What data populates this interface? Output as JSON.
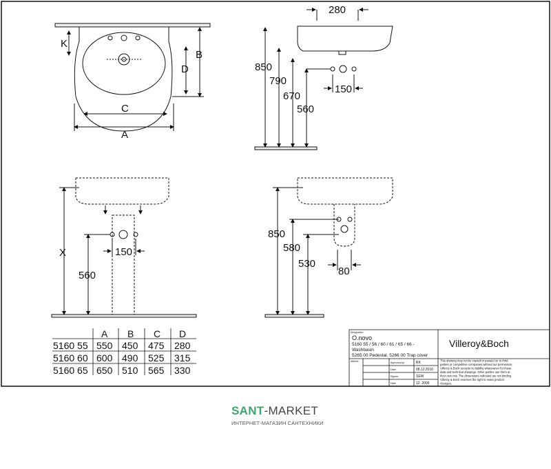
{
  "views": {
    "top_view": {
      "dims": {
        "K": "K",
        "B": "B",
        "D": "D",
        "C": "C",
        "A": "A"
      }
    },
    "side_view": {
      "dims": {
        "depth": "280",
        "h850": "850",
        "h790": "790",
        "h670": "670",
        "h560": "560",
        "holes": "150"
      }
    },
    "pedestal_view": {
      "dims": {
        "X": "X",
        "h560": "560",
        "holes": "150"
      }
    },
    "trap_view": {
      "dims": {
        "h850": "850",
        "h580": "580",
        "h530": "530",
        "w80": "80"
      }
    }
  },
  "dimension_table": {
    "headers": [
      "",
      "A",
      "B",
      "C",
      "D"
    ],
    "rows": [
      [
        "5160 55",
        "550",
        "450",
        "475",
        "280"
      ],
      [
        "5160 60",
        "600",
        "490",
        "525",
        "315"
      ],
      [
        "5160 65",
        "650",
        "510",
        "565",
        "330"
      ]
    ]
  },
  "title_block": {
    "designation_label": "Designation",
    "product": "O.novo",
    "models": "5160 55 / 56 / 60 / 61 / 65 / 66 -",
    "type": "Washbasin",
    "accessories": "5265 00 Pedestal, 5266 00 Trap cover",
    "brand": "Villeroy&Boch",
    "altered_label": "Altered:",
    "approved_label": "Approved by:",
    "approved_value": "RK",
    "date1_label": "Date:",
    "date1_value": "08.12.2010",
    "signed_label": "Signed:",
    "signed_value": "SEW",
    "date2_label": "Date:",
    "date2_value": "12. 2009",
    "notice": [
      "This drawing may not be copied or passed on to third",
      "parties or competitive companies without our permission.",
      "Villeroy & Boch accepts no liability whatsoever for these",
      "data and technical drawings. Other parties use them at",
      "their own risk. The dimensions indicated are not binding.",
      "Villeroy & Boch reserves the right to make product",
      "changes."
    ]
  },
  "watermark": {
    "brand_a": "SANT",
    "brand_b": "-MARKET",
    "subtitle": "ИНТЕРНЕТ-МАГАЗИН САНТЕХНИКИ",
    "green": "#3aa86b"
  }
}
